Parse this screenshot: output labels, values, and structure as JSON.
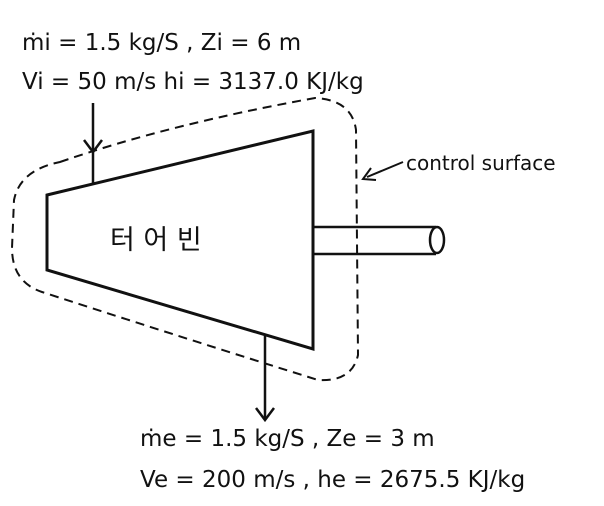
{
  "inlet": {
    "line1": "ṁi = 1.5 kg/S , Zi = 6 m",
    "line2": "Vi =  50 m/s   hi = 3137.0 KJ/kg"
  },
  "device": {
    "label": "터 어 빈"
  },
  "control_surface": {
    "label": "control surface"
  },
  "exit": {
    "line1": "ṁe = 1.5 kg/S ,  Ze = 3 m",
    "line2": "Ve = 200 m/s ,  he = 2675.5 KJ/kg"
  }
}
